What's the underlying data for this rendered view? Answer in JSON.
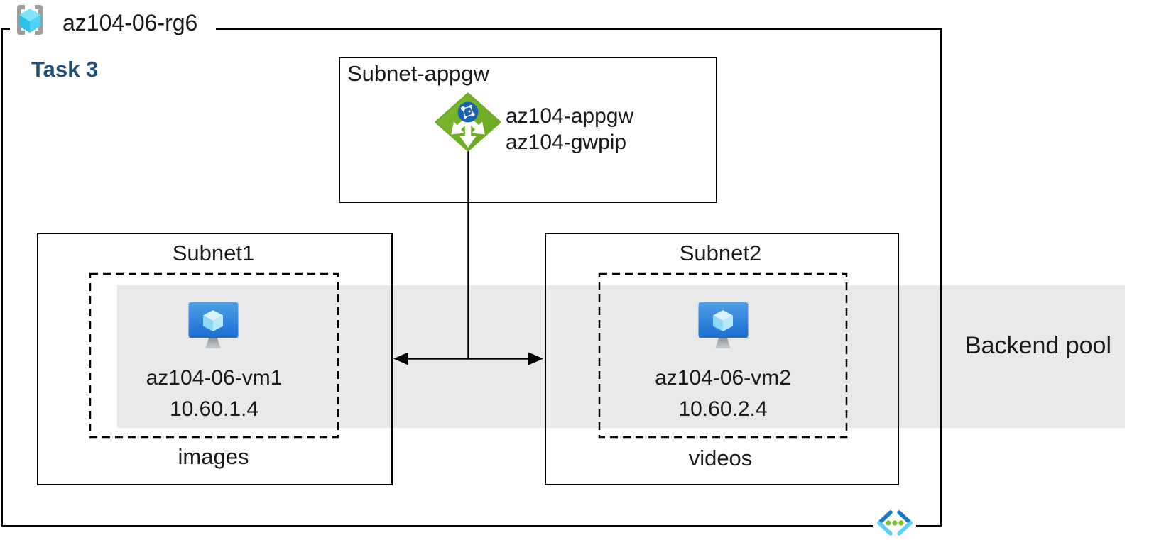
{
  "diagram": {
    "resource_group": {
      "name": "az104-06-rg6"
    },
    "task": {
      "label": "Task 3"
    },
    "appgw_subnet": {
      "label": "Subnet-appgw",
      "gateway_name": "az104-appgw",
      "public_ip_name": "az104-gwpip"
    },
    "subnet1": {
      "label": "Subnet1",
      "vm_name": "az104-06-vm1",
      "vm_ip": "10.60.1.4",
      "app_label": "images"
    },
    "subnet2": {
      "label": "Subnet2",
      "vm_name": "az104-06-vm2",
      "vm_ip": "10.60.2.4",
      "app_label": "videos"
    },
    "backend_pool": {
      "label": "Backend pool"
    },
    "icons": {
      "resource_group": "resource-group-icon",
      "application_gateway": "application-gateway-icon",
      "virtual_machine": "vm-icon",
      "virtual_network": "virtual-network-icon"
    },
    "colors": {
      "task_label_blue": "#1F4E79",
      "backend_band_gray": "#E9E9E9",
      "appgw_green": "#74B027",
      "appgw_globe_blue": "#1B62B5",
      "vm_screen_blue_top": "#509FE8",
      "vm_screen_blue_bottom": "#1A6DD2",
      "vm_cube_cyan": "#9ADFF7",
      "rg_bracket_gray": "#9E9E9E",
      "rg_cube_cyan": "#3CCBEE",
      "vnet_dark_blue": "#1778C8",
      "vnet_light_cyan": "#5FD0F5",
      "vnet_dot_green": "#7CBD33",
      "line_black": "#000000"
    }
  }
}
